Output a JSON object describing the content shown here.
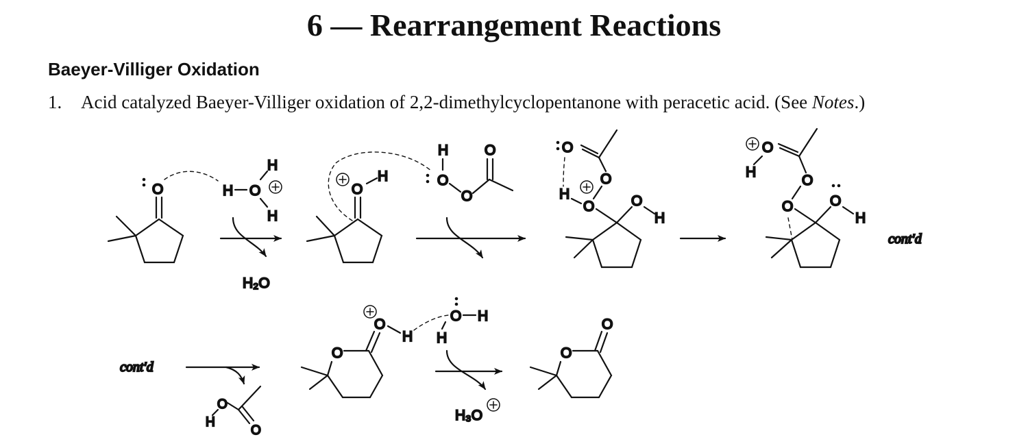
{
  "title": "6 — Rearrangement Reactions",
  "section": "Baeyer-Villiger Oxidation",
  "problem": {
    "number": "1.",
    "text_before": "Acid catalyzed Baeyer-Villiger oxidation of 2,2-dimethylcyclopentanone with peracetic acid. (See ",
    "text_italic": "Notes",
    "text_after": ".)"
  },
  "scheme": {
    "cont_label": "cont'd",
    "byproduct_water": "H₂O",
    "byproduct_hydronium": "H₃O",
    "hydronium_protonated_water": "H–O⊕ H H",
    "atoms": {
      "O": "O",
      "H": "H",
      "plus": "+"
    }
  }
}
